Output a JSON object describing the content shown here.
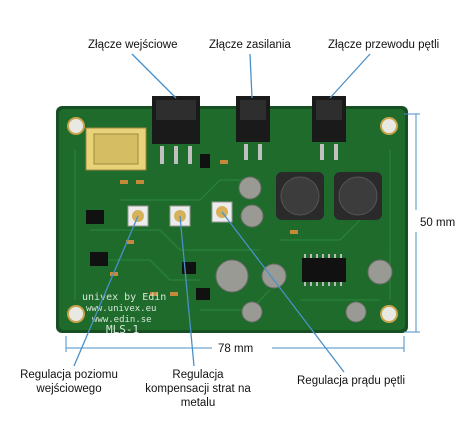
{
  "callouts": {
    "input_connector": "Złącze wejściowe",
    "power_connector": "Złącze zasilania",
    "loop_wire_connector": "Złącze przewodu pętli",
    "input_level": [
      "Regulacja poziomu",
      "wejściowego"
    ],
    "metal_loss": [
      "Regulacja",
      "kompensacji strat na",
      "metalu"
    ],
    "loop_current": "Regulacja prądu pętli"
  },
  "dimensions": {
    "width": "78 mm",
    "height": "50 mm"
  },
  "board_silkscreen": {
    "brand_line1": "univex by Edin",
    "brand_line2": "www.univex.eu",
    "brand_line3": "www.edin.se",
    "model": "MLS-1"
  },
  "colors": {
    "pcb": "#1e6b2c",
    "pcb_edge": "#164f21",
    "leader_line": "#4a90c8",
    "transformer": "#e8d27a",
    "connector": "#1a1a1a",
    "capacitor": "#9a9a95"
  }
}
